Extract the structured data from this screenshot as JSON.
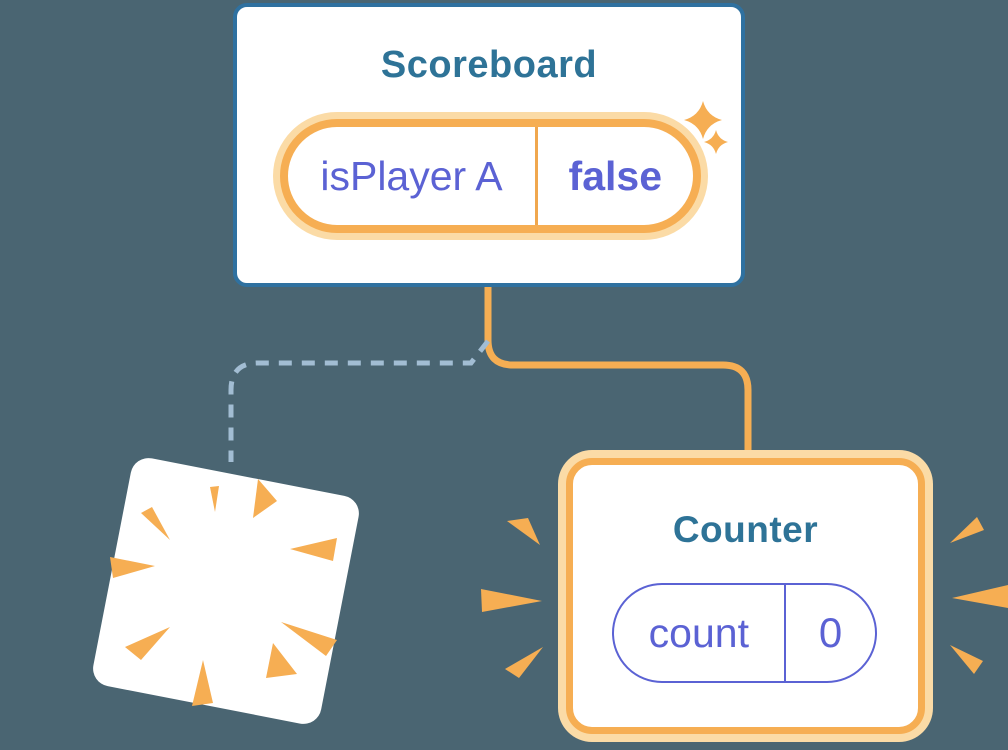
{
  "diagram": {
    "description": "Component tree state diagram: Scoreboard parent keeps state while Counter child is added and another child is destroyed",
    "background_color": "#4A6572",
    "colors": {
      "card_background": "#FFFFFF",
      "card_border_blue": "#2F71A0",
      "title_teal": "#2E7397",
      "state_purple": "#5B62D4",
      "accent_orange": "#F6AE53",
      "orange_halo": "#FBDBA6",
      "dashed_line_blue": "#A2BDD3"
    },
    "scoreboard_card": {
      "title": "Scoreboard",
      "state_pill": {
        "name": "isPlayer A",
        "value": "false"
      }
    },
    "counter_card": {
      "title": "Counter",
      "state_pill": {
        "name": "count",
        "value": "0"
      }
    },
    "destroyed_card": {
      "note": "blank tilted card with poof burst (component removed, state destroyed)"
    },
    "icons": {
      "sparkle": "sparkle-stars-icon",
      "poof": "poof-burst-icon",
      "emphasis": "emphasis-burst-icon"
    }
  }
}
